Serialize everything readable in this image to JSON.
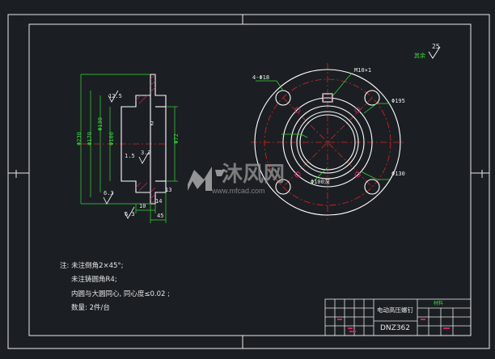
{
  "drawing": {
    "notes": {
      "line1": "注: 未注倒角2×45°;",
      "line2": "未注铸圆角R4;",
      "line3": "内圆与大圆同心, 同心度≤0.02 ;",
      "line4": "数量: 2件/台"
    },
    "title_block": {
      "part_name": "电动高压螺钉",
      "drawing_no": "DNZ362",
      "material_label": "材料"
    },
    "surface_mark": {
      "value": "25",
      "label": "其余"
    },
    "section_dims": {
      "d230": "Φ230",
      "d170": "Φ170",
      "d130": "Φ130",
      "d100": "Φ100",
      "d72": "Φ72",
      "r2": "2",
      "chamfer": "1.5",
      "rough125": "12.5",
      "rough32": "3.2",
      "d10": "10",
      "d14": "14",
      "d13": "13",
      "d45": "45",
      "rough63": "6.3",
      "rough63b": "6.3"
    },
    "plan_dims": {
      "holes": "4-Φ18",
      "thread": "M10×1",
      "d195": "Φ195",
      "d130": "Φ130",
      "d100dep": "Φ100深"
    },
    "watermark": {
      "brand": "沐风网",
      "url": "www.mfcad.com"
    },
    "colors": {
      "background": "#1b1f23",
      "frame": "#e8e8e8",
      "geometry": "#ffffff",
      "dimension": "#2ee02e",
      "centerline": "#e02020",
      "hatch": "#d02060"
    }
  }
}
